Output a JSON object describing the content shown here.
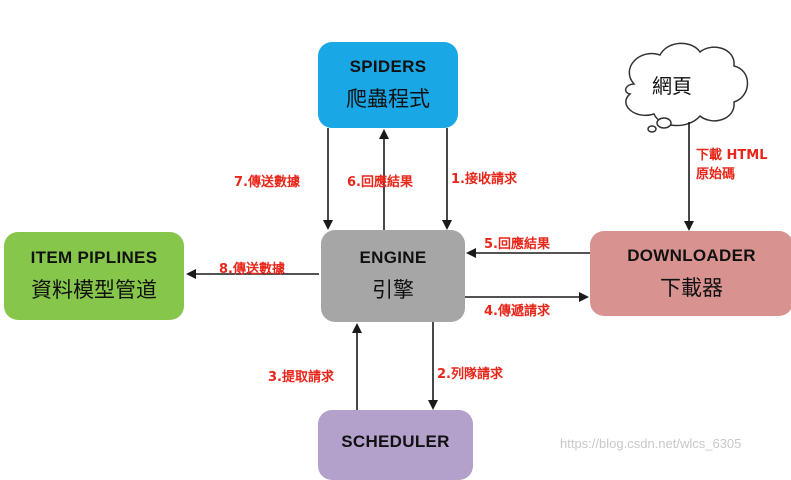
{
  "nodes": {
    "spiders": {
      "en": "SPIDERS",
      "zh": "爬蟲程式",
      "color": "#1aa7e6"
    },
    "engine": {
      "en": "ENGINE",
      "zh": "引擎",
      "color": "#a6a6a6"
    },
    "items": {
      "en": "ITEM PIPLINES",
      "zh": "資料模型管道",
      "color": "#86c64b"
    },
    "downloader": {
      "en": "DOWNLOADER",
      "zh": "下載器",
      "color": "#d89290"
    },
    "scheduler": {
      "en": "SCHEDULER",
      "color": "#b3a1cc"
    }
  },
  "web_cloud": {
    "label": "網頁"
  },
  "edges": {
    "e1": "1.接收請求",
    "e2": "2.列隊請求",
    "e3": "3.提取請求",
    "e4": "4.傳遞請求",
    "e5": "5.回應結果",
    "e6": "6.回應結果",
    "e7": "7.傳送數據",
    "e8": "8.傳送數據",
    "download_line1": "下載 HTML",
    "download_line2": "原始碼"
  },
  "watermark": "https://blog.csdn.net/wlcs_6305",
  "label_color": "#e8261a"
}
